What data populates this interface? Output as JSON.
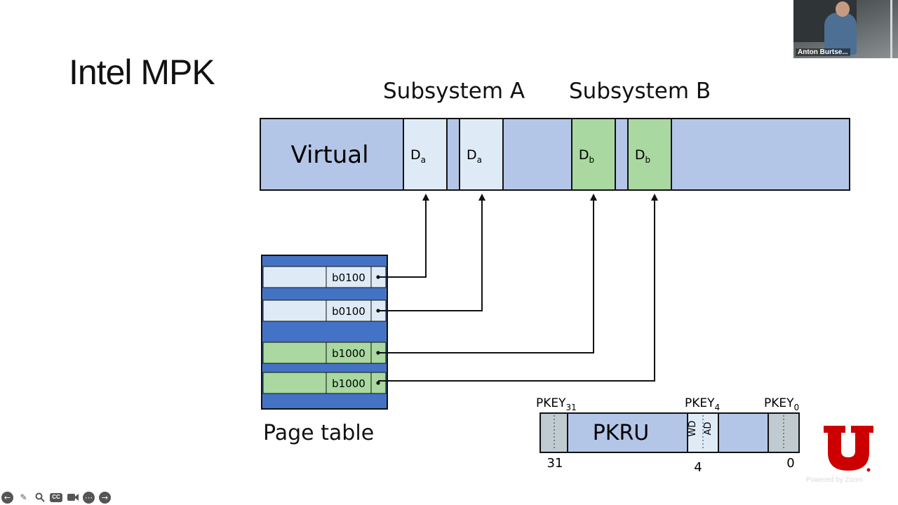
{
  "slide": {
    "title": "Intel MPK"
  },
  "subsystems": [
    {
      "label": "Subsystem A"
    },
    {
      "label": "Subsystem B"
    }
  ],
  "virtual_memory": {
    "label": "Virtual",
    "domains": [
      {
        "letter": "D",
        "subscript": "a"
      },
      {
        "letter": "D",
        "subscript": "a"
      },
      {
        "letter": "D",
        "subscript": "b"
      },
      {
        "letter": "D",
        "subscript": "b"
      }
    ]
  },
  "page_table": {
    "label": "Page table",
    "entries": [
      {
        "key": "b0100"
      },
      {
        "key": "b0100"
      },
      {
        "key": "b1000"
      },
      {
        "key": "b1000"
      }
    ]
  },
  "pkru": {
    "label": "PKRU",
    "keys": [
      {
        "name": "PKEY",
        "sub": "31"
      },
      {
        "name": "PKEY",
        "sub": "4"
      },
      {
        "name": "PKEY",
        "sub": "0"
      }
    ],
    "bit_labels": [
      "WD",
      "AD"
    ],
    "bit_positions": [
      "31",
      "4",
      "0"
    ]
  },
  "video": {
    "participant": "Anton Burtse..."
  },
  "footer": {
    "powered_by": "Powered by Zoom"
  },
  "colors": {
    "virtual_fill": "#b4c6e7",
    "domain_a_fill": "#deebf7",
    "domain_b_fill": "#a9d8a0",
    "page_table_blue": "#4472c4",
    "pkru_gray": "#bfcbd1",
    "logo_red": "#cc0000"
  },
  "toolbar": {
    "icons": [
      "back-icon",
      "pen-icon",
      "zoom-icon",
      "captions-icon",
      "camera-icon",
      "more-icon",
      "forward-icon"
    ]
  }
}
